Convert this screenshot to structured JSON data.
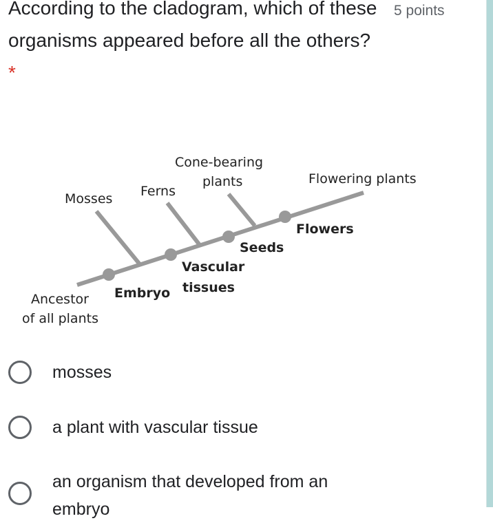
{
  "question": {
    "text": "According to the cladogram, which of these organisms appeared before all the others?",
    "required_mark": "*",
    "points": "5 points"
  },
  "cladogram": {
    "taxa": [
      "Mosses",
      "Ferns",
      "Cone-bearing",
      "plants",
      "Flowering plants"
    ],
    "traits": [
      "Embryo",
      "Vascular",
      "tissues",
      "Seeds",
      "Flowers"
    ],
    "root": [
      "Ancestor",
      "of all plants"
    ],
    "line_color": "#999999"
  },
  "options": [
    {
      "label": "mosses"
    },
    {
      "label": "a plant with vascular tissue"
    },
    {
      "label": "an organism that developed from an embryo"
    }
  ]
}
